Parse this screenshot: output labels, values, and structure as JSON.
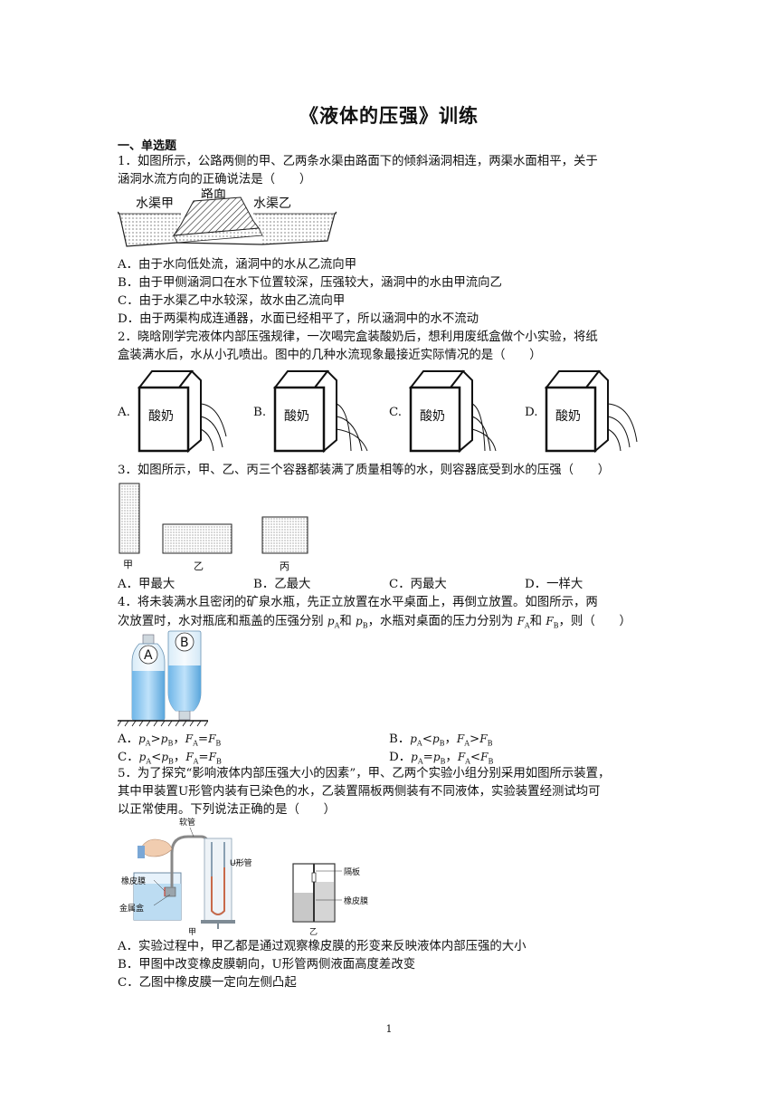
{
  "title": "《液体的压强》训练",
  "section": "一、单选题",
  "q1": {
    "text1": "1．如图所示，公路两侧的甲、乙两条水渠由路面下的倾斜涵洞相连，两渠水面相平，关于",
    "text2": "涵洞水流方向的正确说法是（　　）",
    "fig_labels": {
      "left": "水渠甲",
      "road": "路面",
      "right": "水渠乙"
    },
    "options": [
      "A．由于水向低处流，涵洞中的水从乙流向甲",
      "B．由于甲侧涵洞口在水下位置较深，压强较大，涵洞中的水由甲流向乙",
      "C．由于水渠乙中水较深，故水由乙流向甲",
      "D．由于两渠构成连通器，水面已经相平了，所以涵洞中的水不流动"
    ]
  },
  "q2": {
    "text1": "2．晓晗刚学完液体内部压强规律，一次喝完盒装酸奶后，想利用废纸盒做个小实验，将纸",
    "text2": "盒装满水后，水从小孔喷出。图中的几种水流现象最接近实际情况的是（　　）",
    "box_label": "酸奶",
    "letters": [
      "A.",
      "B.",
      "C.",
      "D."
    ]
  },
  "q3": {
    "text1": "3．如图所示，甲、乙、丙三个容器都装满了质量相等的水，则容器底受到水的压强（　　）",
    "fig_labels": [
      "甲",
      "乙",
      "丙"
    ],
    "options": [
      "A．甲最大",
      "B．乙最大",
      "C．丙最大",
      "D．一样大"
    ]
  },
  "q4": {
    "text1": "4．将未装满水且密闭的矿泉水瓶，先正立放置在水平桌面上，再倒立放置。如图所示，两",
    "text2_a": "次放置时，水对瓶底和瓶盖的压强分别",
    "pA": "p",
    "subA": "A",
    "and1": "和",
    "pB": "p",
    "subB": "B",
    "text2_b": "，水瓶对桌面的压力分别为",
    "FA": "F",
    "FB": "F",
    "text2_c": "，则（　　）",
    "bottle_labels": [
      "A",
      "B"
    ],
    "options": [
      {
        "letter": "A．",
        "rel1": ">",
        "rel2": "="
      },
      {
        "letter": "B．",
        "rel1": "<",
        "rel2": ">"
      },
      {
        "letter": "C．",
        "rel1": "<",
        "rel2": "="
      },
      {
        "letter": "D．",
        "rel1": "=",
        "rel2": "<"
      }
    ],
    "sep": "，"
  },
  "q5": {
    "text1": "5．为了探究“影响液体内部压强大小的因素”，甲、乙两个实验小组分别采用如图所示装置，",
    "text2": "其中甲装置U形管内装有已染色的水，乙装置隔板两侧装有不同液体，实验装置经测试均可",
    "text3": "以正常使用。下列说法正确的是（　　）",
    "fig_labels": {
      "tube": "软管",
      "utube": "U形管",
      "membrane": "橡皮膜",
      "box": "金属盒",
      "jia": "甲",
      "partition": "隔板",
      "membrane2": "橡皮膜",
      "yi": "乙"
    },
    "options": [
      "A．实验过程中，甲乙都是通过观察橡皮膜的形变来反映液体内部压强的大小",
      "B．甲图中改变橡皮膜朝向，U形管两侧液面高度差改变",
      "C．乙图中橡皮膜一定向左侧凸起"
    ]
  },
  "page_number": "1"
}
